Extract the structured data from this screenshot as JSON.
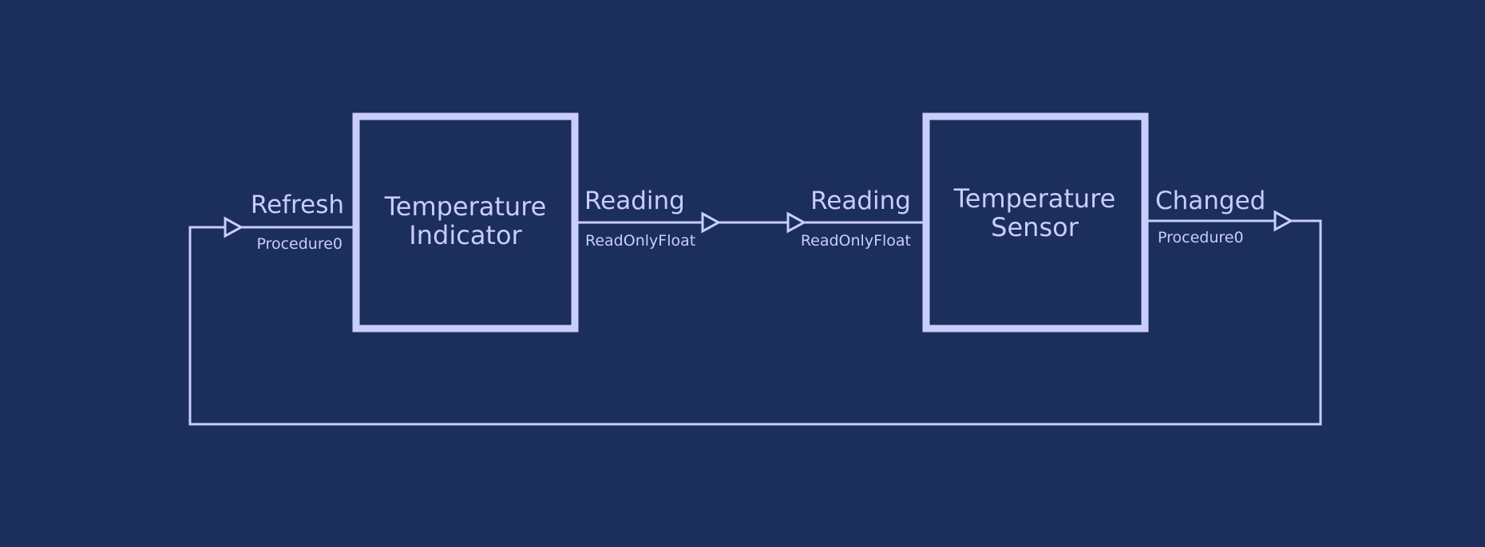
{
  "colors": {
    "background": "#1c2e5b",
    "stroke": "#c9cdfb"
  },
  "blocks": {
    "indicator": {
      "title_line1": "Temperature",
      "title_line2": "Indicator",
      "ports": {
        "refresh": {
          "name": "Refresh",
          "type": "Procedure0"
        },
        "reading": {
          "name": "Reading",
          "type": "ReadOnlyFloat"
        }
      }
    },
    "sensor": {
      "title_line1": "Temperature",
      "title_line2": "Sensor",
      "ports": {
        "reading": {
          "name": "Reading",
          "type": "ReadOnlyFloat"
        },
        "changed": {
          "name": "Changed",
          "type": "Procedure0"
        }
      }
    }
  },
  "connections": [
    {
      "from": "indicator.reading",
      "to": "sensor.reading"
    },
    {
      "from": "sensor.changed",
      "to": "indicator.refresh"
    }
  ]
}
